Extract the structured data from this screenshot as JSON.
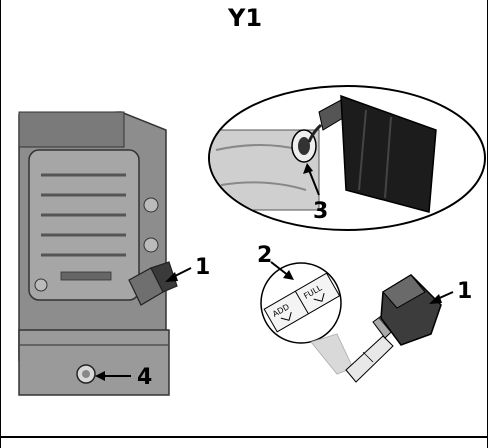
{
  "title": "Y1",
  "callouts": {
    "engine_dipstick": "1",
    "dipstick_closeup": "1",
    "gauge_markings": "2",
    "fill_neck": "3",
    "drain_plug": "4"
  },
  "gauge": {
    "full_label": "FULL",
    "add_label": "ADD"
  }
}
